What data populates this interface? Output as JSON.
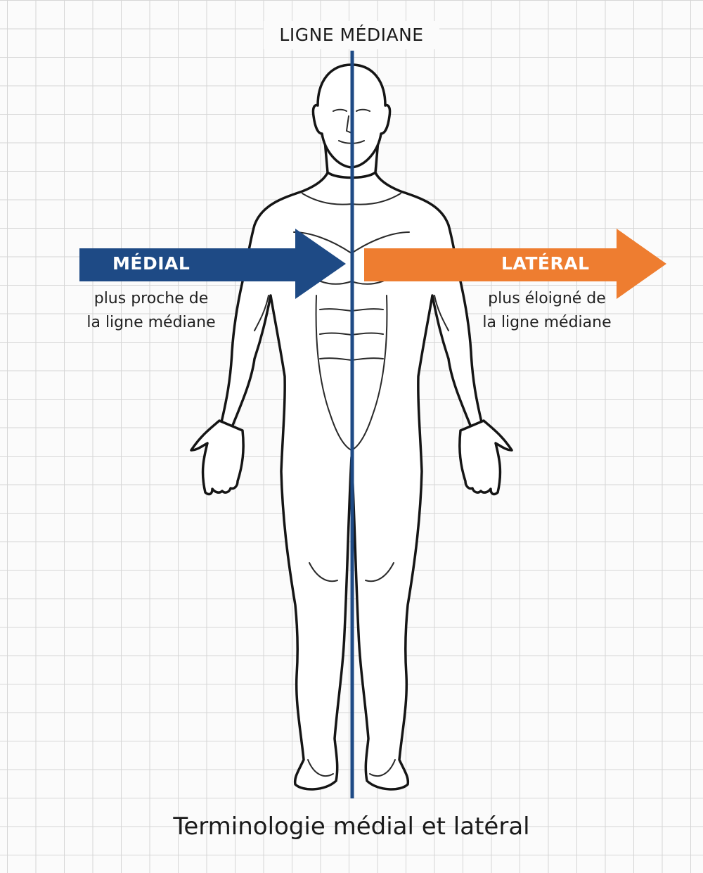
{
  "title": "Terminologie médial et latéral",
  "midline": {
    "label": "LIGNE MÉDIANE",
    "color": "#1e4a85"
  },
  "medial": {
    "label": "MÉDIAL",
    "line1": "plus proche de",
    "line2": "la ligne médiane",
    "color": "#1e4a85"
  },
  "lateral": {
    "label": "LATÉRAL",
    "line1": "plus éloigné de",
    "line2": "la ligne médiane",
    "color": "#ee7d30"
  },
  "figure": {
    "icon": "human-body-front-icon"
  }
}
